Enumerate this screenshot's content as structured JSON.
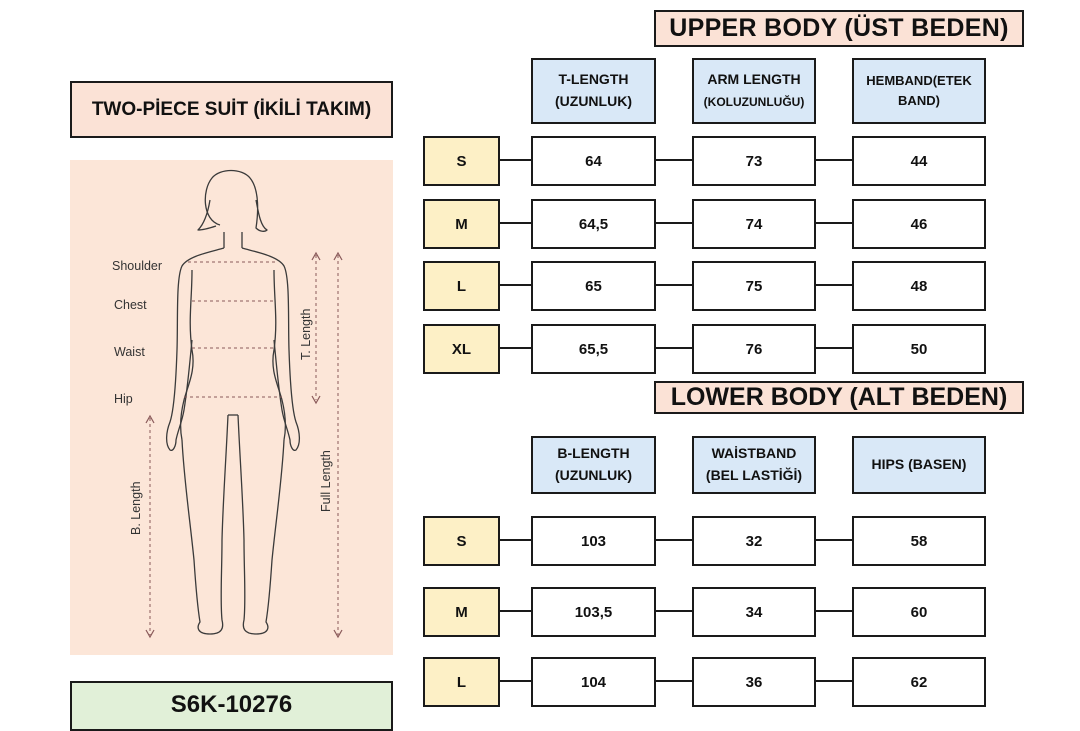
{
  "titles": {
    "upper": "UPPER BODY (ÜST BEDEN)",
    "lower": "LOWER BODY (ALT BEDEN)",
    "suit": "TWO-PİECE SUİT (İKİLİ TAKIM)",
    "code": "S6K-10276"
  },
  "figure": {
    "shoulder": "Shoulder",
    "chest": "Chest",
    "waist": "Waist",
    "hip": "Hip",
    "t_length": "T. Length",
    "b_length": "B. Length",
    "full_length": "Full Length"
  },
  "upper": {
    "headers": [
      {
        "line1": "T-LENGTH",
        "line2": "(UZUNLUK)"
      },
      {
        "line1": "ARM LENGTH",
        "line2": "(KOLUZUNLUĞU)"
      },
      {
        "line1": "HEMBAND(ETEK",
        "line2": "BAND)"
      }
    ],
    "rows": [
      {
        "size": "S",
        "values": [
          "64",
          "73",
          "44"
        ]
      },
      {
        "size": "M",
        "values": [
          "64,5",
          "74",
          "46"
        ]
      },
      {
        "size": "L",
        "values": [
          "65",
          "75",
          "48"
        ]
      },
      {
        "size": "XL",
        "values": [
          "65,5",
          "76",
          "50"
        ]
      }
    ]
  },
  "lower": {
    "headers": [
      {
        "line1": "B-LENGTH",
        "line2": "(UZUNLUK)"
      },
      {
        "line1": "WAİSTBAND",
        "line2": "(BEL LASTİĞİ)"
      },
      {
        "line1": "HIPS (BASEN)",
        "line2": ""
      }
    ],
    "rows": [
      {
        "size": "S",
        "values": [
          "103",
          "32",
          "58"
        ]
      },
      {
        "size": "M",
        "values": [
          "103,5",
          "34",
          "60"
        ]
      },
      {
        "size": "L",
        "values": [
          "104",
          "36",
          "62"
        ]
      }
    ]
  },
  "colors": {
    "title_bg": "#fbe2d6",
    "header_bg": "#d9e8f7",
    "size_bg": "#fdf0c6",
    "code_bg": "#e1f0d8",
    "figure_bg": "#fce6d8"
  }
}
